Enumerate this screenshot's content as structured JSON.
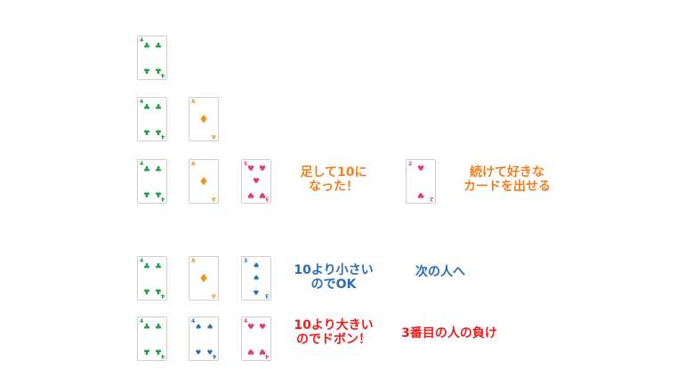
{
  "colors": {
    "club": "#1c9a3c",
    "diamond": "#f2911c",
    "heart": "#e8386e",
    "spade": "#1f6bb5",
    "orange_text": "#f0801e",
    "blue_text": "#2a6cb5",
    "red_text": "#ee1c1c"
  },
  "cards": {
    "club4": {
      "index": "4",
      "suit": "♣",
      "color": "#1c9a3c"
    },
    "diamond1": {
      "index": "A",
      "suit": "♦",
      "color": "#f2911c"
    },
    "heart5": {
      "index": "5",
      "suit": "♥",
      "color": "#e8386e"
    },
    "heart2": {
      "index": "2",
      "suit": "♥",
      "color": "#e8386e"
    },
    "spade3": {
      "index": "3",
      "suit": "♠",
      "color": "#1f6bb5"
    },
    "spade4": {
      "index": "4",
      "suit": "♠",
      "color": "#1f6bb5"
    },
    "heart4": {
      "index": "4",
      "suit": "♥",
      "color": "#e8386e"
    }
  },
  "labels": {
    "sum10_line1": "足して10に",
    "sum10_line2": "なった！",
    "next_line1": "続けて好きな",
    "next_line2": "カードを出せる",
    "under10_line1": "10より小さい",
    "under10_line2": "のでOK",
    "next_player": "次の人へ",
    "over10_line1": "10より大きい",
    "over10_line2": "のでドボン！",
    "third_loses": "3番目の人の負け"
  }
}
